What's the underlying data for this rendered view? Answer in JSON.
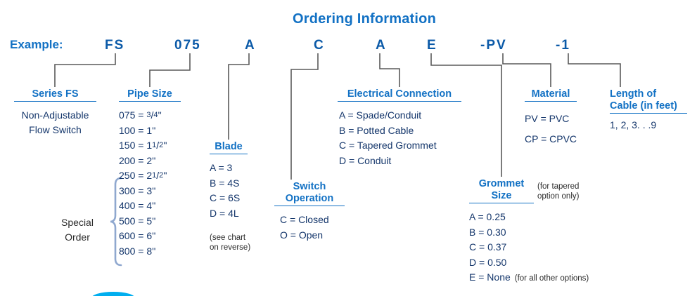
{
  "title": "Ordering Information",
  "example": {
    "label": "Example:",
    "codes": [
      "FS",
      "075",
      "A",
      "C",
      "A",
      "E",
      "-PV",
      "-1"
    ]
  },
  "colors": {
    "header_blue": "#1271c4",
    "code_blue": "#0b5aa8",
    "body_navy": "#14366b",
    "leader_gray": "#5a5a5a",
    "brace_blue": "#8fa8cf",
    "accent_cyan": "#00aeef"
  },
  "sections": {
    "series": {
      "header": "Series FS",
      "lines": [
        "Non-Adjustable",
        "Flow Switch"
      ]
    },
    "pipe_size": {
      "header": "Pipe Size",
      "items": [
        {
          "code": "075",
          "eq": "=",
          "value": "3/4\"",
          "fraction": {
            "num": "3",
            "den": "4"
          },
          "whole": "",
          "unit": "\""
        },
        {
          "code": "100",
          "eq": "=",
          "value": "1\""
        },
        {
          "code": "150",
          "eq": "=",
          "value": "1 1/2\"",
          "whole": "1",
          "fraction": {
            "num": "1",
            "den": "2"
          },
          "unit": "\""
        },
        {
          "code": "200",
          "eq": "=",
          "value": "2\""
        },
        {
          "code": "250",
          "eq": "=",
          "value": "2 1/2\"",
          "whole": "2",
          "fraction": {
            "num": "1",
            "den": "2"
          },
          "unit": "\""
        },
        {
          "code": "300",
          "eq": "=",
          "value": "3\""
        },
        {
          "code": "400",
          "eq": "=",
          "value": "4\""
        },
        {
          "code": "500",
          "eq": "=",
          "value": "5\""
        },
        {
          "code": "600",
          "eq": "=",
          "value": "6\""
        },
        {
          "code": "800",
          "eq": "=",
          "value": "8\""
        }
      ],
      "special_order_label": [
        "Special",
        "Order"
      ],
      "special_order_range": [
        "250",
        "800"
      ]
    },
    "blade": {
      "header": "Blade",
      "items": [
        "A = 3",
        "B = 4S",
        "C = 6S",
        "D = 4L"
      ],
      "note": [
        "(see chart",
        "on reverse)"
      ]
    },
    "switch_operation": {
      "header_line1": "Switch",
      "header_line2": "Operation",
      "items": [
        "C = Closed",
        "O = Open"
      ]
    },
    "electrical_connection": {
      "header": "Electrical Connection",
      "items": [
        "A = Spade/Conduit",
        "B = Potted Cable",
        "C = Tapered Grommet",
        "D = Conduit"
      ]
    },
    "material": {
      "header": "Material",
      "items": [
        "PV = PVC",
        "CP = CPVC"
      ]
    },
    "cable_length": {
      "header_line1": "Length of",
      "header_line2": "Cable (in feet)",
      "value": "1, 2, 3. . .9"
    },
    "grommet_size": {
      "header_line1": "Grommet",
      "header_line2": "Size",
      "note": [
        "(for tapered",
        "option only)"
      ],
      "items": [
        "A = 0.25",
        "B = 0.30",
        "C = 0.37",
        "D = 0.50"
      ],
      "last_item": "E = None",
      "last_note": "(for all other options)"
    }
  }
}
